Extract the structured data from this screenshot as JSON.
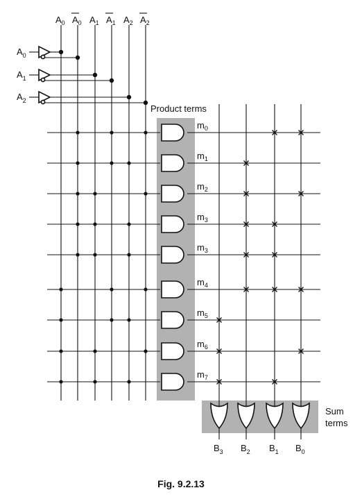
{
  "inputs": [
    {
      "base": "A",
      "sub": "0"
    },
    {
      "base": "A",
      "sub": "1"
    },
    {
      "base": "A",
      "sub": "2"
    }
  ],
  "columns": [
    {
      "base": "A",
      "sub": "0",
      "bar": false
    },
    {
      "base": "A",
      "sub": "0",
      "bar": true
    },
    {
      "base": "A",
      "sub": "1",
      "bar": false
    },
    {
      "base": "A",
      "sub": "1",
      "bar": true
    },
    {
      "base": "A",
      "sub": "2",
      "bar": false
    },
    {
      "base": "A",
      "sub": "2",
      "bar": true
    }
  ],
  "product_terms_label": "Product terms",
  "sum_terms_label": [
    "Sum",
    "terms"
  ],
  "products": [
    {
      "base": "m",
      "sub": "0"
    },
    {
      "base": "m",
      "sub": "1"
    },
    {
      "base": "m",
      "sub": "2"
    },
    {
      "base": "m",
      "sub": "3"
    },
    {
      "base": "m",
      "sub": "3"
    },
    {
      "base": "m",
      "sub": "4"
    },
    {
      "base": "m",
      "sub": "5"
    },
    {
      "base": "m",
      "sub": "6"
    },
    {
      "base": "m",
      "sub": "7"
    }
  ],
  "outputs": [
    {
      "base": "B",
      "sub": "3"
    },
    {
      "base": "B",
      "sub": "2"
    },
    {
      "base": "B",
      "sub": "1"
    },
    {
      "base": "B",
      "sub": "0"
    }
  ],
  "and_connections": [
    [
      1,
      3,
      5
    ],
    [
      1,
      3,
      4
    ],
    [
      1,
      2,
      5
    ],
    [
      1,
      2,
      4
    ],
    [
      1,
      2,
      4
    ],
    [
      0,
      3,
      5
    ],
    [
      0,
      3,
      4
    ],
    [
      0,
      2,
      5
    ],
    [
      0,
      2,
      4
    ]
  ],
  "or_connections": [
    [
      2,
      3
    ],
    [
      1
    ],
    [
      1,
      3
    ],
    [
      1,
      2
    ],
    [
      1,
      2
    ],
    [
      1,
      2,
      3
    ],
    [
      0
    ],
    [
      0,
      3
    ],
    [
      0,
      2
    ]
  ],
  "caption": "Fig. 9.2.13",
  "colors": {
    "gate_panel": "#b2b2b2",
    "line": "#111111"
  }
}
